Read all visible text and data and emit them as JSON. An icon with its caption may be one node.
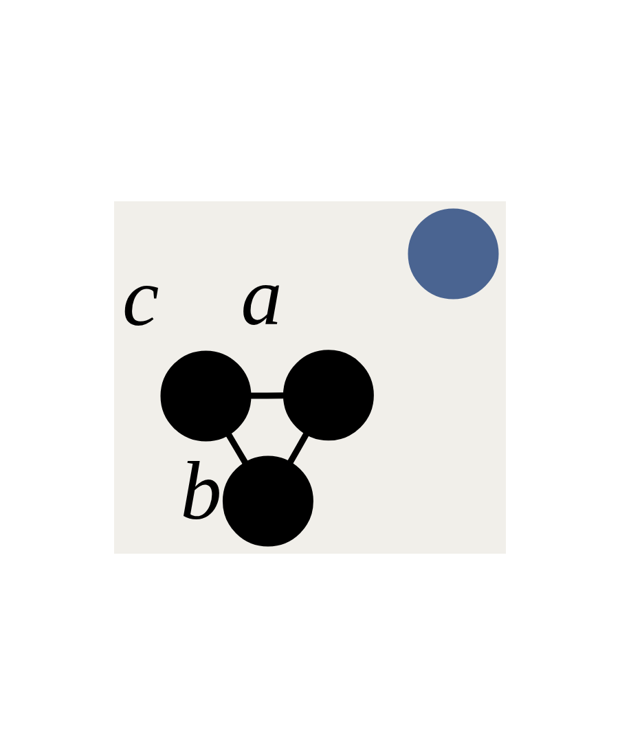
{
  "diagram": {
    "nodes": [
      {
        "text": [],
        "shape": "circle",
        "beside": [
          "c"
        ]
      },
      {
        "text": [],
        "shape": "circle",
        "beside": [
          "a"
        ]
      },
      {
        "text": [],
        "shape": "circle"
      },
      {
        "text": [],
        "shape": "circle",
        "beside": [
          "b"
        ]
      }
    ],
    "edges": [
      {
        "from": 1,
        "to": 0,
        "arrow": "none"
      },
      {
        "from": 1,
        "to": 3,
        "arrow": "none"
      },
      {
        "from": 0,
        "to": 3,
        "arrow": "none"
      }
    ]
  }
}
